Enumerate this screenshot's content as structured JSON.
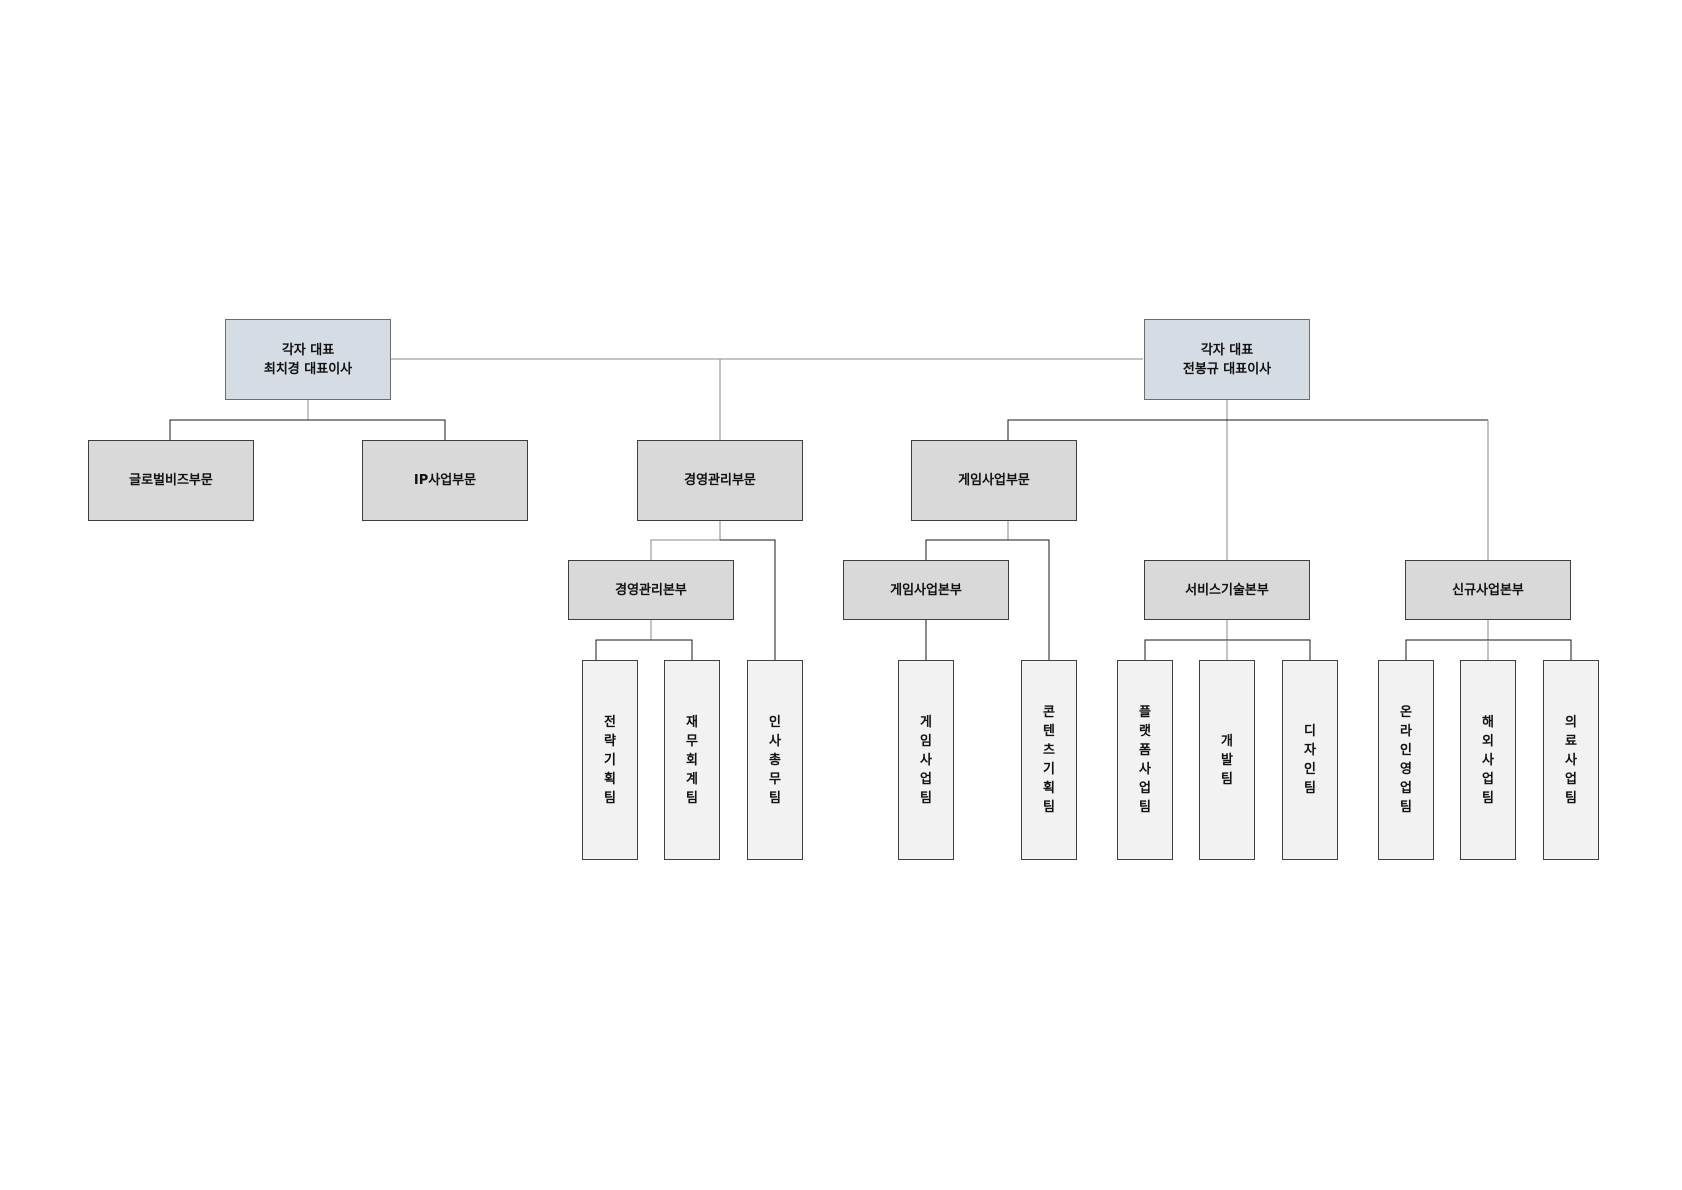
{
  "ceos": {
    "left": {
      "label": "각자 대표\n최치경 대표이사"
    },
    "right": {
      "label": "각자 대표\n전봉규 대표이사"
    }
  },
  "divisions": {
    "global_biz": "글로벌비즈부문",
    "ip_biz": "IP사업부문",
    "management": "경영관리부문",
    "game": "게임사업부문"
  },
  "headquarters": {
    "management_hq": "경영관리본부",
    "game_hq": "게임사업본부",
    "service_tech_hq": "서비스기술본부",
    "new_biz_hq": "신규사업본부"
  },
  "teams": {
    "strategy": "전략기획팀",
    "finance": "재무회계팀",
    "hr": "인사총무팀",
    "game_biz": "게임사업팀",
    "content_planning": "콘텐츠기획팀",
    "platform_biz": "플랫폼사업팀",
    "development": "개발팀",
    "design": "디자인팀",
    "online_sales": "온라인영업팀",
    "overseas_biz": "해외사업팀",
    "medical_biz": "의료사업팀"
  },
  "colors": {
    "ceo_fill": "#d6dce4",
    "division_fill": "#d9d9d9",
    "team_fill": "#f2f2f2",
    "line_dark": "#1a1a1a",
    "line_light": "#8a8a8a"
  }
}
